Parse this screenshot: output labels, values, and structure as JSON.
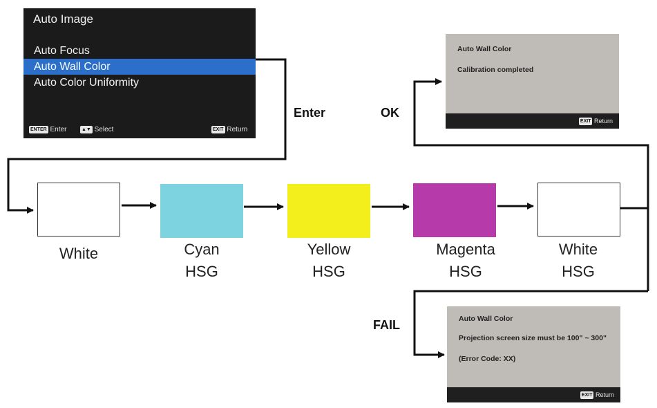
{
  "menu": {
    "title": "Auto Image",
    "items": [
      "Auto Focus",
      "Auto Wall Color",
      "Auto Color Uniformity"
    ],
    "selected_index": 1,
    "footer": {
      "enter_key": "ENTER",
      "enter_label": "Enter",
      "select_key": "▲▼",
      "select_label": "Select",
      "exit_key": "EXIT",
      "return_label": "Return"
    }
  },
  "flow": {
    "enter": "Enter",
    "ok": "OK",
    "fail": "FAIL",
    "steps": [
      {
        "line1": "White",
        "line2": "",
        "color": "#ffffff"
      },
      {
        "line1": "Cyan",
        "line2": "HSG",
        "color": "#7dd3df"
      },
      {
        "line1": "Yellow",
        "line2": "HSG",
        "color": "#f2ef1c"
      },
      {
        "line1": "Magenta",
        "line2": "HSG",
        "color": "#b63aa9"
      },
      {
        "line1": "White",
        "line2": "HSG",
        "color": "#ffffff"
      }
    ]
  },
  "ok_panel": {
    "title": "Auto Wall Color",
    "message": "Calibration completed",
    "exit_key": "EXIT",
    "return_label": "Return"
  },
  "fail_panel": {
    "title": "Auto Wall Color",
    "message": "Projection screen size must be 100\" ~ 300\"",
    "error": "(Error Code: XX)",
    "exit_key": "EXIT",
    "return_label": "Return"
  }
}
